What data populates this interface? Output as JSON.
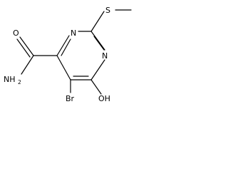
{
  "molecule": {
    "atoms": {
      "ring_n_left": "N",
      "ring_n_right": "N",
      "sulfur": "S",
      "carbonyl_oxygen": "O",
      "amide_nitrogen": "NH",
      "amide_subscript": "2",
      "bromine": "Br",
      "hydroxyl": "OH"
    }
  }
}
